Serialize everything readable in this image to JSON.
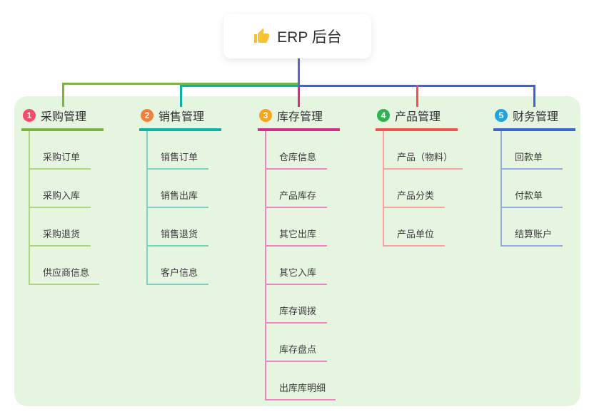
{
  "root": {
    "title": "ERP 后台",
    "icon": "thumbs-up-icon",
    "icon_color": "#f9c22e",
    "trunk_color": "#5c68c8"
  },
  "canvas": {
    "background": "#ffffff",
    "panel_color": "#e5f5df"
  },
  "branches": [
    {
      "number": "1",
      "label": "采购管理",
      "badge_color": "#f54c6b",
      "line_color": "#7cb342",
      "child_line_color": "#aed581",
      "children": [
        "采购订单",
        "采购入库",
        "采购退货",
        "供应商信息"
      ]
    },
    {
      "number": "2",
      "label": "销售管理",
      "badge_color": "#f5803c",
      "line_color": "#0cb2a5",
      "child_line_color": "#7fd1c7",
      "children": [
        "销售订单",
        "销售出库",
        "销售退货",
        "客户信息"
      ]
    },
    {
      "number": "3",
      "label": "库存管理",
      "badge_color": "#f7a41f",
      "line_color": "#d62c8e",
      "child_line_color": "#ef82c2",
      "children": [
        "仓库信息",
        "产品库存",
        "其它出库",
        "其它入库",
        "库存调拨",
        "库存盘点",
        "出库库明细"
      ]
    },
    {
      "number": "4",
      "label": "产品管理",
      "badge_color": "#2fb350",
      "line_color": "#f4504d",
      "child_line_color": "#f8a29b",
      "children": [
        "产品（物料）",
        "产品分类",
        "产品单位"
      ]
    },
    {
      "number": "5",
      "label": "财务管理",
      "badge_color": "#22a3e3",
      "line_color": "#3c64d7",
      "child_line_color": "#97a9de",
      "children": [
        "回款单",
        "付款单",
        "结算账户"
      ]
    }
  ]
}
